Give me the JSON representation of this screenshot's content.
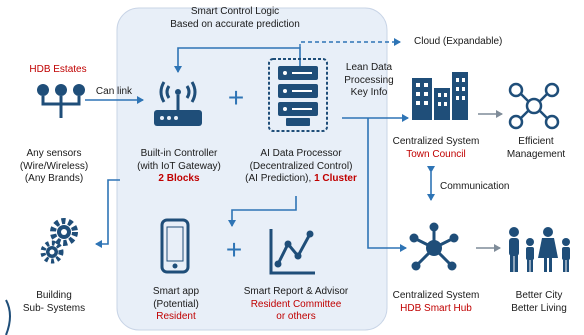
{
  "colors": {
    "panel": "#e8eff8",
    "panel_border": "#c8d4e6",
    "icon": "#1f4e79",
    "arrow": "#2e74b5",
    "red": "#c00000",
    "text": "#1a1a1a"
  },
  "top_logic": {
    "line1": "Smart Control Logic",
    "line2": "Based on accurate prediction"
  },
  "cloud_label": "Cloud (Expandable)",
  "hdb_estates": "HDB Estates",
  "can_link": "Can link",
  "lean_data": {
    "line1": "Lean Data",
    "line2": "Processing",
    "line3": "Key Info"
  },
  "sensors": {
    "line1": "Any sensors",
    "line2": "(Wire/Wireless)",
    "line3": "(Any Brands)"
  },
  "controller": {
    "line1": "Built-in Controller",
    "line2": "(with IoT Gateway)",
    "line3": "2 Blocks"
  },
  "processor": {
    "line1": "AI Data Processor",
    "line2": "(Decentralized Control)",
    "line3_a": "(AI Prediction), ",
    "line3_b": "1 Cluster"
  },
  "town_council": {
    "line1": "Centralized System",
    "line2": "Town Council"
  },
  "efficient": {
    "line1": "Efficient",
    "line2": "Management"
  },
  "communication": "Communication",
  "building": {
    "line1": "Building",
    "line2": "Sub- Systems"
  },
  "smart_app": {
    "line1": "Smart app",
    "line2": "(Potential)",
    "line3": "Resident"
  },
  "smart_report": {
    "line1": "Smart Report & Advisor",
    "line2": "Resident Committee",
    "line3": "or others"
  },
  "smart_hub": {
    "line1": "Centralized System",
    "line2": "HDB Smart Hub"
  },
  "better_city": {
    "line1": "Better City",
    "line2": "Better Living"
  },
  "plus_sign": "+",
  "icons": [
    "sensor-network-icon",
    "router-icon",
    "server-icon",
    "buildings-icon",
    "people-network-icon",
    "gear-icon",
    "smartphone-icon",
    "line-chart-icon",
    "hub-network-icon",
    "family-icon"
  ]
}
